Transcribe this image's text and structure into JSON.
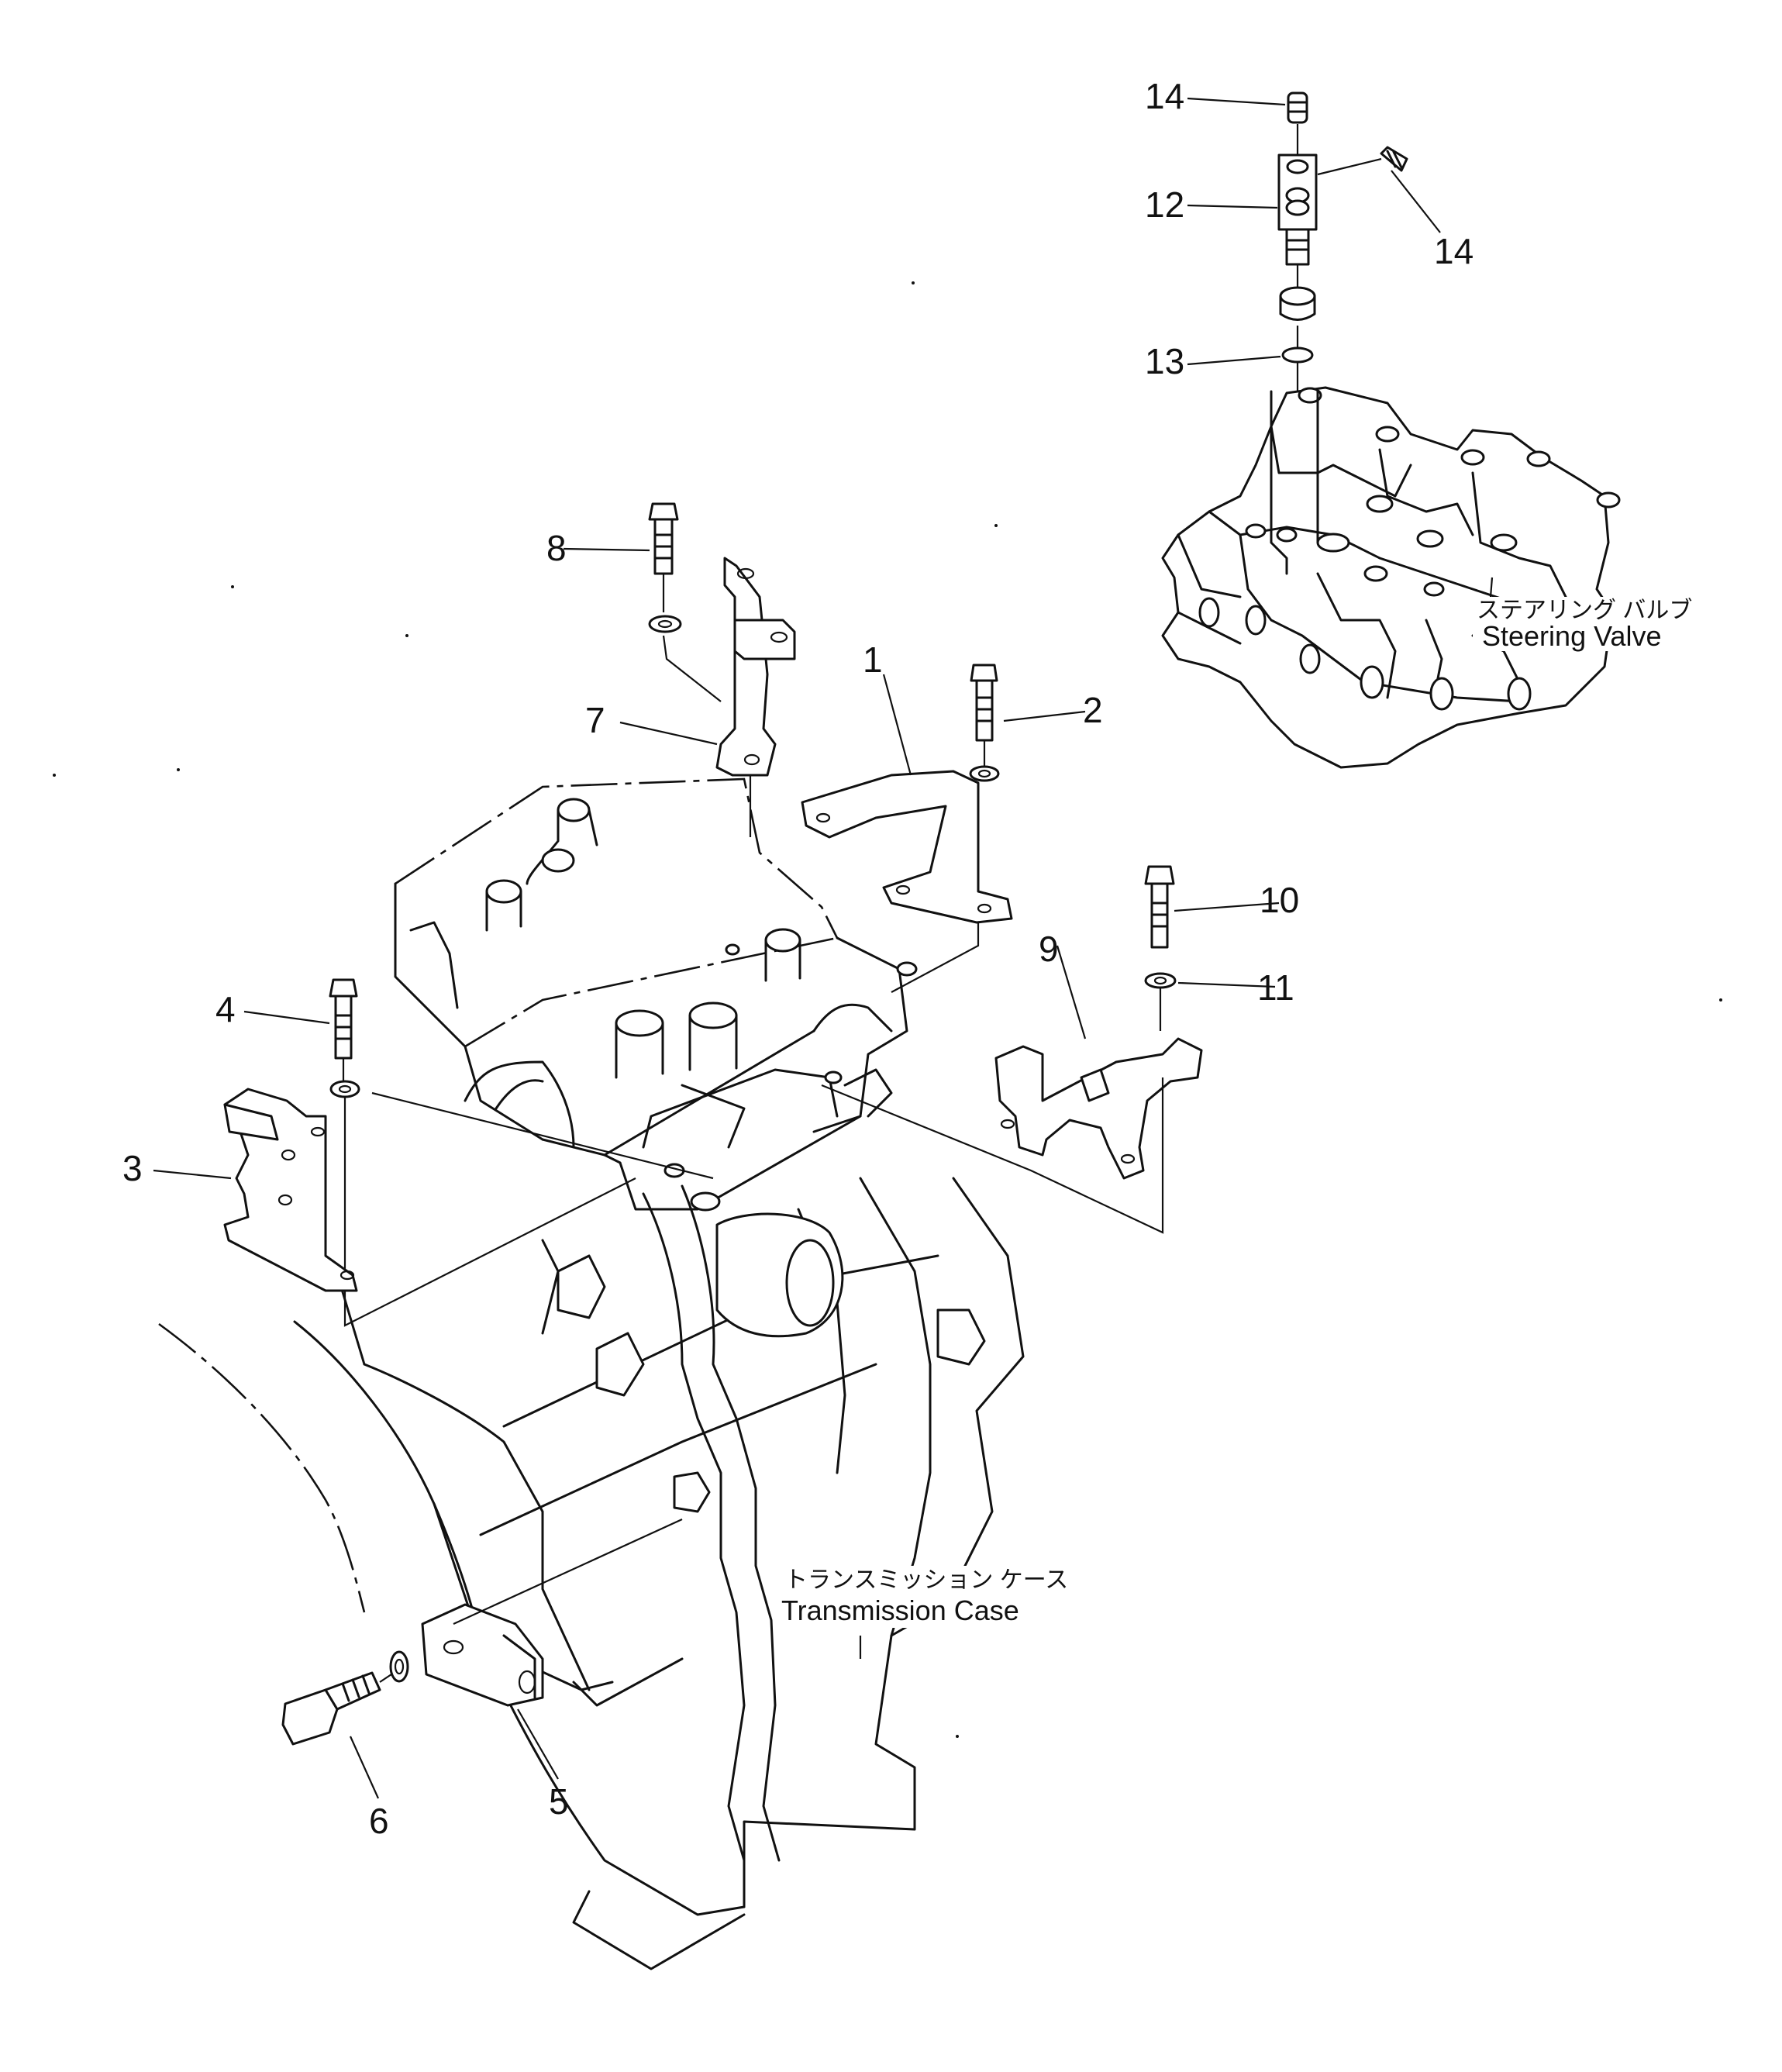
{
  "callouts": {
    "c1": "1",
    "c2": "2",
    "c3": "3",
    "c4": "4",
    "c5": "5",
    "c6": "6",
    "c7": "7",
    "c8": "8",
    "c9": "9",
    "c10": "10",
    "c11": "11",
    "c12": "12",
    "c13": "13",
    "c14a": "14",
    "c14b": "14"
  },
  "labels": {
    "steering_valve_jp": "ステアリング バルブ",
    "steering_valve_en": "Steering Valve",
    "transmission_case_jp": "トランスミッション ケース",
    "transmission_case_en": "Transmission Case"
  }
}
